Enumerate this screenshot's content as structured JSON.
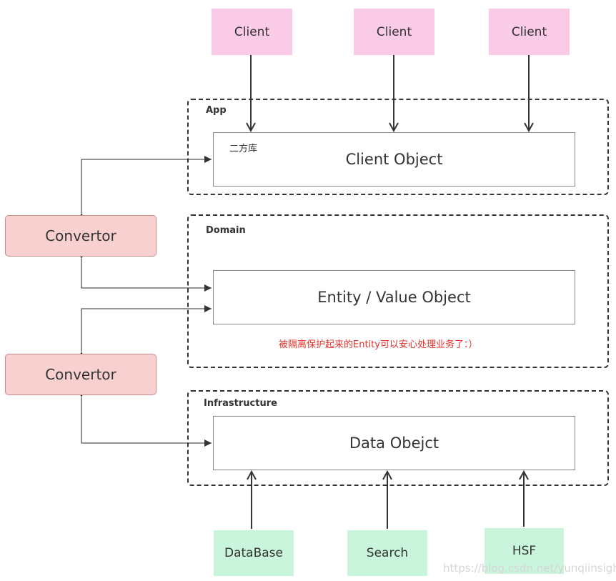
{
  "clients": [
    "Client",
    "Client",
    "Client"
  ],
  "layers": {
    "app": {
      "label": "App",
      "tag": "二方库",
      "object": "Client Object"
    },
    "domain": {
      "label": "Domain",
      "object": "Entity / Value Object",
      "note": "被隔离保护起来的Entity可以安心处理业务了：）"
    },
    "infrastructure": {
      "label": "Infrastructure",
      "object": "Data Obejct"
    }
  },
  "convertors": [
    "Convertor",
    "Convertor"
  ],
  "sources": [
    "DataBase",
    "Search",
    "HSF"
  ],
  "watermark": "https://blog.csdn.net/yunqiinsight",
  "colors": {
    "client": "#f9cbe6",
    "convertor": "#f8d0d0",
    "source": "#c8f5dc",
    "note": "#e8322a"
  }
}
